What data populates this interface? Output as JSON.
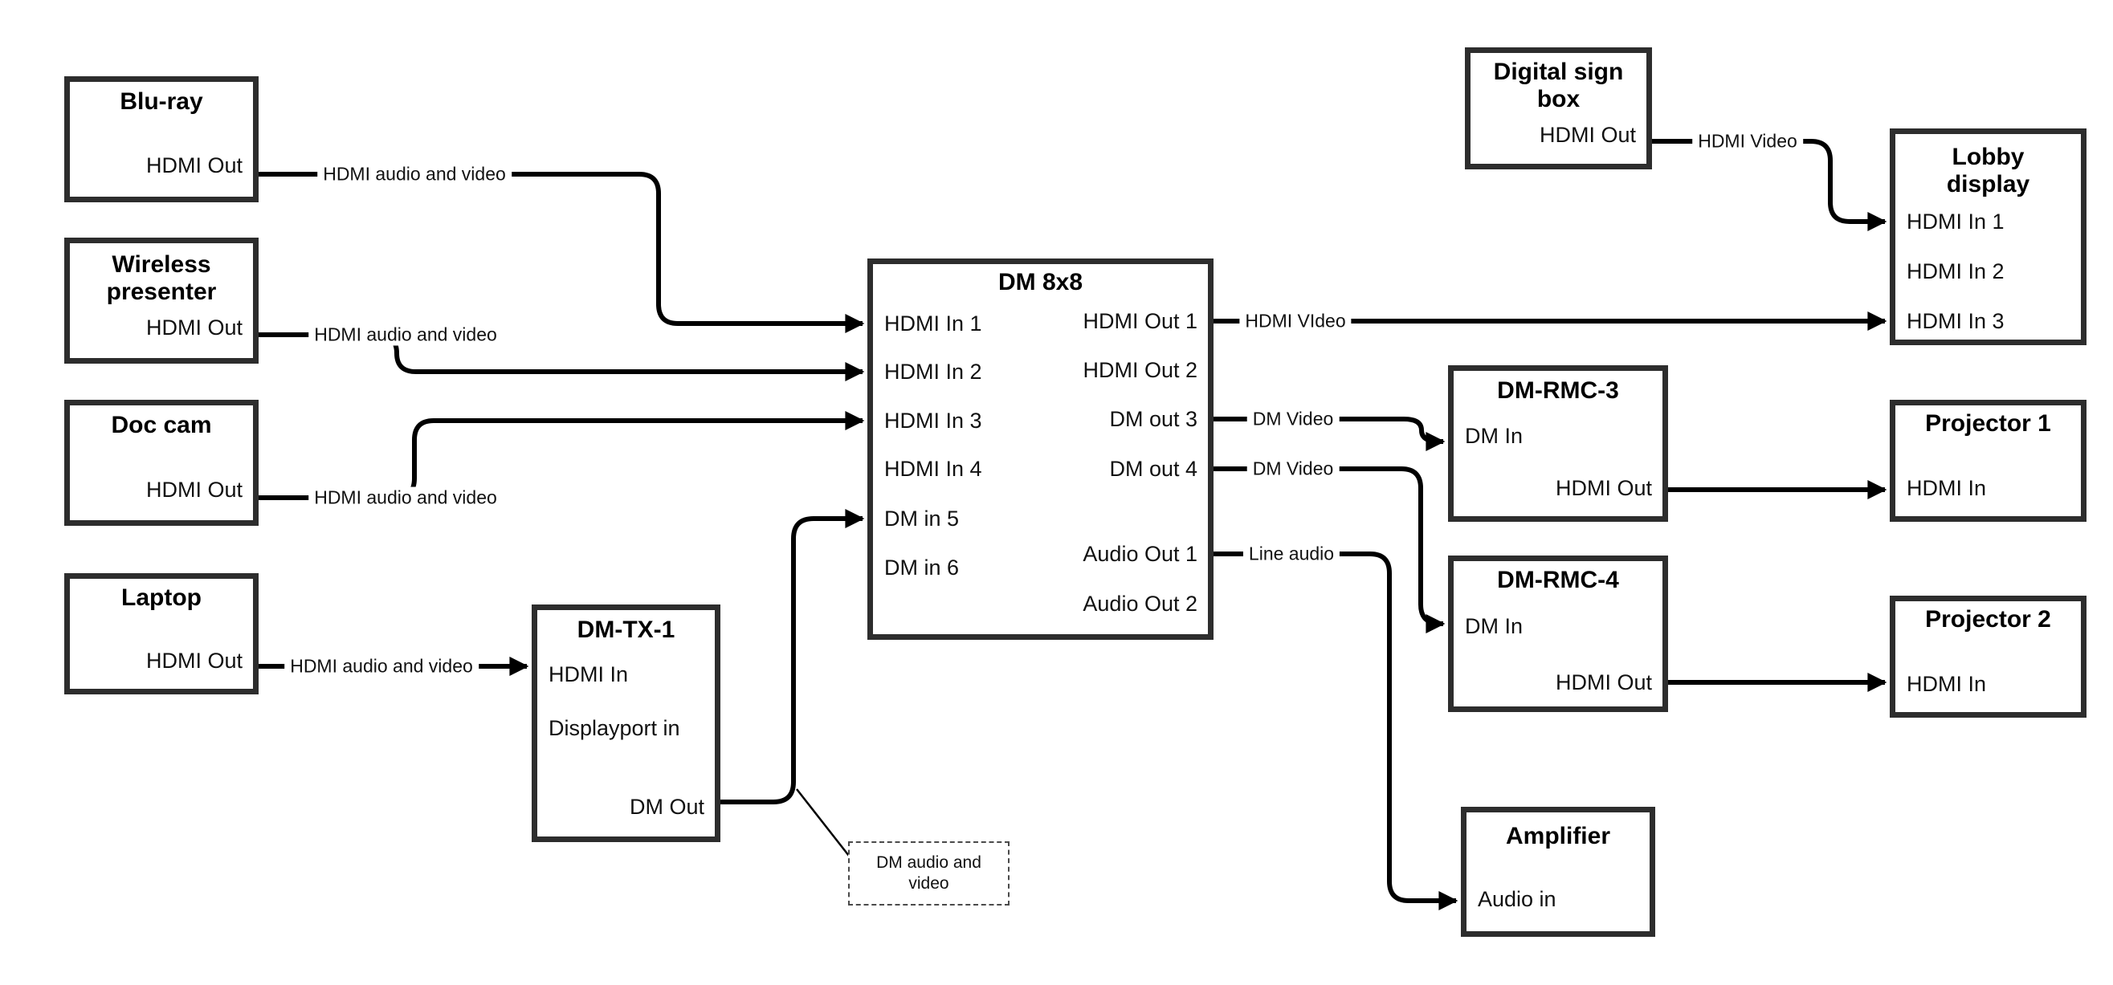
{
  "nodes": {
    "bluray": {
      "title": "Blu-ray",
      "ports": {
        "hdmi_out": "HDMI Out"
      }
    },
    "wireless": {
      "title": "Wireless presenter",
      "ports": {
        "hdmi_out": "HDMI Out"
      }
    },
    "doccam": {
      "title": "Doc cam",
      "ports": {
        "hdmi_out": "HDMI Out"
      }
    },
    "laptop": {
      "title": "Laptop",
      "ports": {
        "hdmi_out": "HDMI Out"
      }
    },
    "dmtx1": {
      "title": "DM-TX-1",
      "ports": {
        "hdmi_in": "HDMI In",
        "dp_in": "Displayport in",
        "dm_out": "DM Out"
      }
    },
    "dm8x8": {
      "title": "DM 8x8",
      "ports": {
        "in1": "HDMI In 1",
        "in2": "HDMI In 2",
        "in3": "HDMI In 3",
        "in4": "HDMI In 4",
        "in5": "DM in 5",
        "in6": "DM in 6",
        "out1": "HDMI Out 1",
        "out2": "HDMI Out 2",
        "out3": "DM out 3",
        "out4": "DM out 4",
        "aout1": "Audio Out 1",
        "aout2": "Audio Out 2"
      }
    },
    "signbox": {
      "title": "Digital sign box",
      "ports": {
        "hdmi_out": "HDMI Out"
      }
    },
    "lobby": {
      "title": "Lobby display",
      "ports": {
        "in1": "HDMI In 1",
        "in2": "HDMI In 2",
        "in3": "HDMI In 3"
      }
    },
    "rmc3": {
      "title": "DM-RMC-3",
      "ports": {
        "dm_in": "DM In",
        "hdmi_out": "HDMI Out"
      }
    },
    "proj1": {
      "title": "Projector 1",
      "ports": {
        "hdmi_in": "HDMI In"
      }
    },
    "rmc4": {
      "title": "DM-RMC-4",
      "ports": {
        "dm_in": "DM In",
        "hdmi_out": "HDMI Out"
      }
    },
    "proj2": {
      "title": "Projector 2",
      "ports": {
        "hdmi_in": "HDMI In"
      }
    },
    "amp": {
      "title": "Amplifier",
      "ports": {
        "audio_in": "Audio in"
      }
    }
  },
  "wire_labels": {
    "bluray_dm8x8": "HDMI audio and video",
    "wireless_dm8x8": "HDMI audio and video",
    "doccam_dm8x8": "HDMI audio and video",
    "laptop_dmtx1": "HDMI audio and video",
    "out1_lobby": "HDMI VIdeo",
    "out3_rmc3": "DM Video",
    "out4_rmc4": "DM Video",
    "aout1_amp": "Line audio",
    "signbox_lobby": "HDMI Video"
  },
  "callout": {
    "text": "DM audio and video"
  },
  "colors": {
    "wire": "#000000",
    "box_border": "#2d2d2d",
    "background": "#ffffff"
  }
}
